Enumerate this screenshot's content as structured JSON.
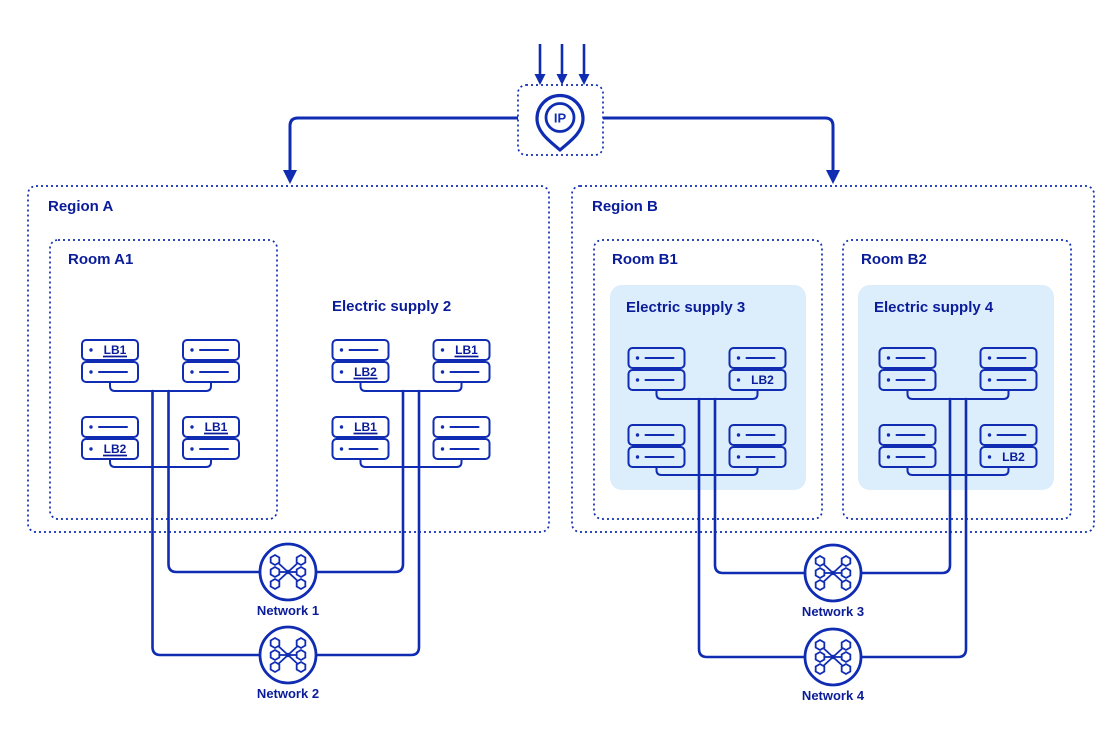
{
  "ip": {
    "label": "IP"
  },
  "regions": [
    {
      "label": "Region A"
    },
    {
      "label": "Region B"
    }
  ],
  "rooms": [
    {
      "label": "Room A1"
    },
    {
      "label": "Room B1"
    },
    {
      "label": "Room B2"
    }
  ],
  "supplies": [
    {
      "label": "Electric supply 2"
    },
    {
      "label": "Electric supply 3"
    },
    {
      "label": "Electric supply 4"
    }
  ],
  "networks": [
    {
      "label": "Network 1"
    },
    {
      "label": "Network 2"
    },
    {
      "label": "Network 3"
    },
    {
      "label": "Network 4"
    }
  ],
  "server_groups": [
    {
      "name": "room-a1-servers",
      "units": [
        "LB1",
        "",
        "",
        "",
        "",
        "LB2",
        "LB1",
        ""
      ]
    },
    {
      "name": "electric-supply-2-servers",
      "units": [
        "",
        "LB2",
        "LB1",
        "",
        "LB1",
        "",
        "",
        ""
      ]
    },
    {
      "name": "electric-supply-3-servers",
      "units": [
        "",
        "",
        "",
        "LB2",
        "",
        "",
        "",
        ""
      ]
    },
    {
      "name": "electric-supply-4-servers",
      "units": [
        "",
        "",
        "",
        "",
        "",
        "",
        "",
        "LB2"
      ]
    }
  ],
  "colors": {
    "line": "#0f2cb3",
    "text": "#0a1c99",
    "panel": "#dcedfb"
  }
}
